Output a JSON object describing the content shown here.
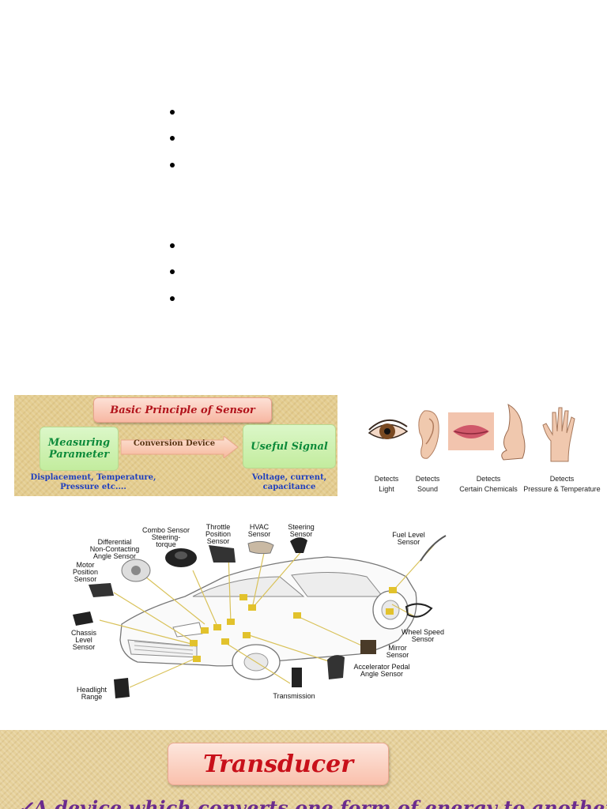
{
  "bullets": {
    "group1": [
      "",
      "",
      ""
    ],
    "group2": [
      "",
      "",
      ""
    ]
  },
  "principle": {
    "title": "Basic Principle of Sensor",
    "measuring": "Measuring Parameter",
    "conversion": "Conversion Device",
    "useful": "Useful Signal",
    "left_sub": "Displacement, Temperature, Pressure etc....",
    "right_sub": "Voltage, current, capacitance"
  },
  "senses": [
    {
      "line1": "Detects",
      "line2": "Light"
    },
    {
      "line1": "Detects",
      "line2": "Sound"
    },
    {
      "line1": "Detects",
      "line2": "Certain Chemicals"
    },
    {
      "line1": "Detects",
      "line2": "Pressure & Temperature"
    }
  ],
  "car": {
    "combo": "Combo Sensor\nSteering-\ntorque",
    "throttle": "Throttle\nPosition\nSensor",
    "hvac": "HVAC\nSensor",
    "steering": "Steering\nSensor",
    "fuel": "Fuel Level\nSensor",
    "differential": "Differential\nNon-Contacting\nAngle Sensor",
    "motor": "Motor\nPosition\nSensor",
    "chassis": "Chassis\nLevel\nSensor",
    "headlight": "Headlight\nRange",
    "transmission": "Transmission",
    "wheel": "Wheel Speed\nSensor",
    "mirror": "Mirror\nSensor",
    "accelerator": "Accelerator Pedal\nAngle Sensor"
  },
  "banner": {
    "title": "Transducer",
    "check": "✓",
    "text": "A device which converts one form of energy to another"
  }
}
